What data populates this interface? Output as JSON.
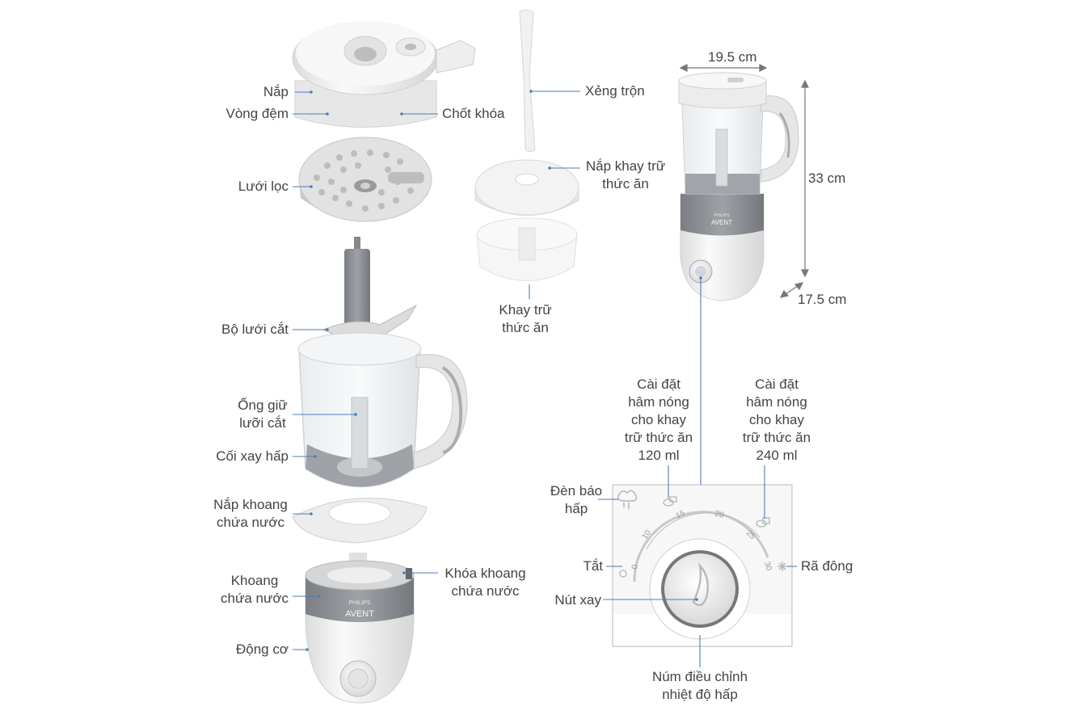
{
  "labels": {
    "nap": "Nắp",
    "vong_dem": "Vòng đệm",
    "chot_khoa": "Chốt khóa",
    "luoi_loc": "Lưới lọc",
    "xeng_tron": "Xẻng trộn",
    "nap_khay_1": "Nắp khay trữ",
    "nap_khay_2": "thức ăn",
    "khay_tru_1": "Khay trữ",
    "khay_tru_2": "thức ăn",
    "bo_luoi_cat": "Bộ lưới cắt",
    "ong_giu_1": "Ống giữ",
    "ong_giu_2": "lưỡi cắt",
    "coi_xay": "Cối xay hấp",
    "nap_khoang_1": "Nắp khoang",
    "nap_khoang_2": "chứa nước",
    "khoang_1": "Khoang",
    "khoang_2": "chứa nước",
    "khoa_khoang_1": "Khóa khoang",
    "khoa_khoang_2": "chứa nước",
    "dong_co": "Động cơ",
    "den_bao_1": "Đèn báo",
    "den_bao_2": "hấp",
    "tat": "Tắt",
    "nut_xay": "Nút xay",
    "ra_dong": "Rã đông",
    "num_1": "Núm điều chỉnh",
    "num_2": "nhiệt độ hấp",
    "cai_dat_120": [
      "Cài đặt",
      "hâm nóng",
      "cho khay",
      "trữ thức ăn",
      "120 ml"
    ],
    "cai_dat_240": [
      "Cài đặt",
      "hâm nóng",
      "cho khay",
      "trữ thức ăn",
      "240 ml"
    ]
  },
  "dimensions": {
    "width": "19.5 cm",
    "height": "33 cm",
    "depth": "17.5 cm"
  },
  "dial": {
    "ticks": [
      "0",
      "10",
      "15",
      "20",
      "25",
      "30"
    ]
  },
  "brand": {
    "small": "PHILIPS",
    "big": "AVENT"
  },
  "colors": {
    "leader": "#4a7db8",
    "body": "#f3f3f3",
    "jar_dark": "#8a8d90",
    "text": "#444444"
  }
}
